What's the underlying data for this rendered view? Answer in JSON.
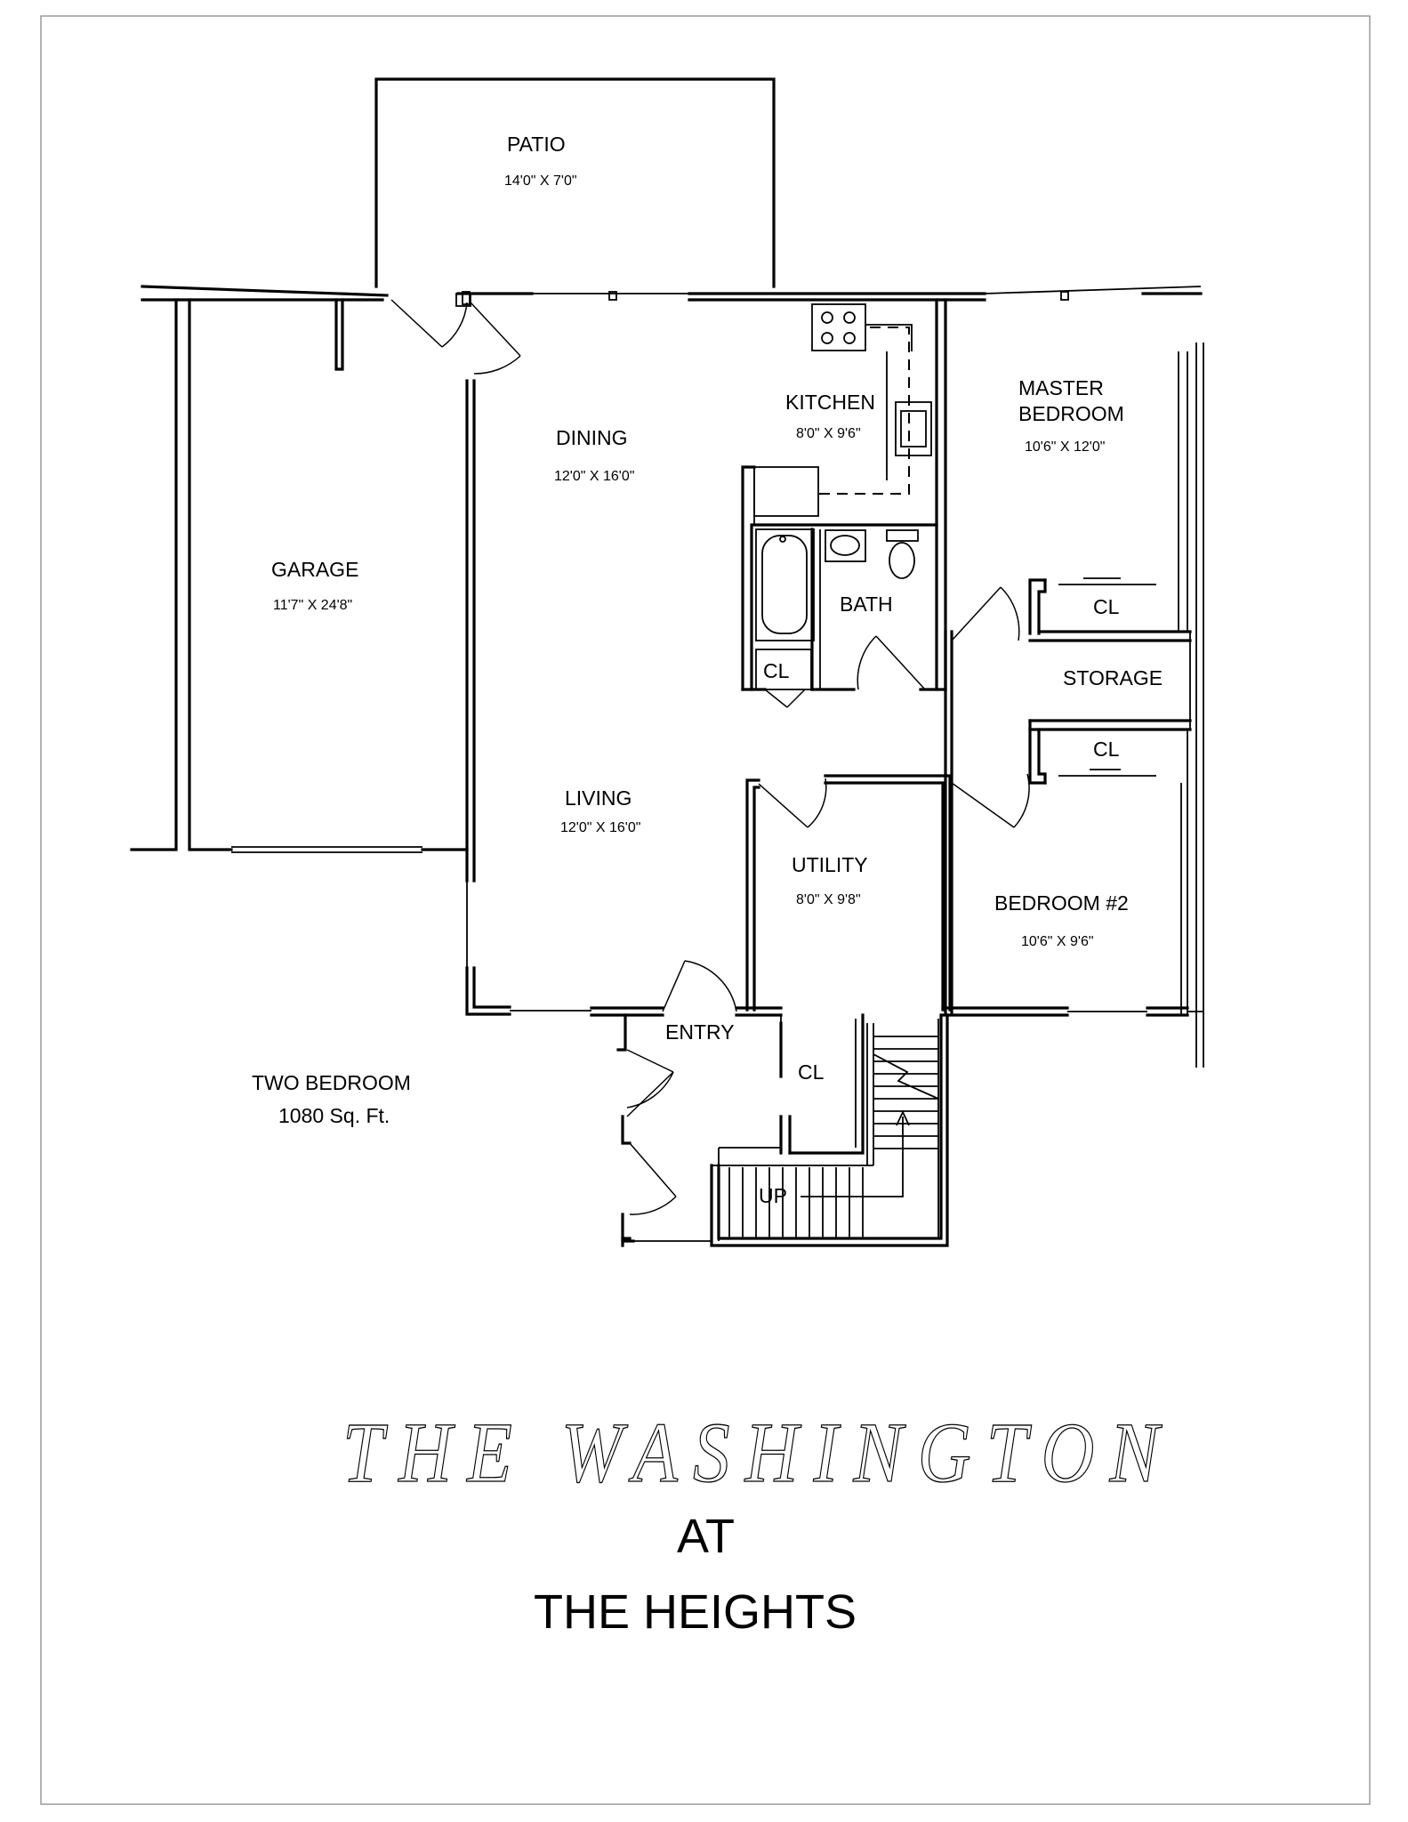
{
  "rooms": {
    "patio": {
      "name": "PATIO",
      "dims": "14'0\" X 7'0\""
    },
    "garage": {
      "name": "GARAGE",
      "dims": "11'7\" X 24'8\""
    },
    "dining": {
      "name": "DINING",
      "dims": "12'0\" X 16'0\""
    },
    "kitchen": {
      "name": "KITCHEN",
      "dims": "8'0\" X 9'6\""
    },
    "master": {
      "name_line1": "MASTER",
      "name_line2": "BEDROOM",
      "dims": "10'6\" X 12'0\""
    },
    "bath": {
      "name": "BATH"
    },
    "living": {
      "name": "LIVING",
      "dims": "12'0\" X 16'0\""
    },
    "utility": {
      "name": "UTILITY",
      "dims": "8'0\" X 9'8\""
    },
    "bedroom2": {
      "name": "BEDROOM #2",
      "dims": "10'6\" X 9'6\""
    },
    "storage": {
      "name": "STORAGE"
    },
    "entry": {
      "name": "ENTRY"
    }
  },
  "closets": {
    "bath_cl": "CL",
    "master_cl": "CL",
    "bedroom2_cl": "CL",
    "entry_cl": "CL"
  },
  "stairs_label": "UP",
  "plan_info": {
    "type": "TWO BEDROOM",
    "area": "1080 Sq. Ft."
  },
  "title": {
    "name": "THE WASHINGTON",
    "at": "AT",
    "community": "THE HEIGHTS"
  },
  "colors": {
    "line": "#000000",
    "background": "#ffffff",
    "door_accent": "#8b2a2a"
  }
}
